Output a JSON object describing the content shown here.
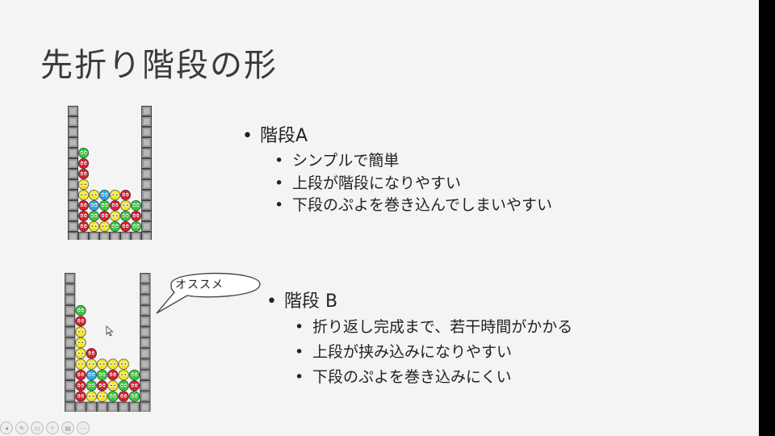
{
  "slide": {
    "title": "先折り階段の形",
    "pattern_a": {
      "heading": "階段A",
      "points": [
        "シンプルで簡単",
        "上段が階段になりやすい",
        "下段のぷよを巻き込んでしまいやすい"
      ]
    },
    "pattern_b": {
      "heading": "階段 B",
      "points": [
        "折り返し完成まで、若干時間がかかる",
        "上段が挟み込みになりやすい",
        "下段のぷよを巻き込みにくい"
      ]
    },
    "callout": "オススメ",
    "bullet_symbol": "•"
  },
  "colors": {
    "red": "#d81e2c",
    "yellow": "#f2e424",
    "green": "#35c83a",
    "blue": "#2aa6e6",
    "wall": "#9a9a9a"
  },
  "boards": {
    "A": [
      [
        "",
        "",
        "",
        "",
        "",
        ""
      ],
      [
        "",
        "",
        "",
        "",
        "",
        ""
      ],
      [
        "",
        "",
        "",
        "",
        "",
        ""
      ],
      [
        "",
        "",
        "",
        "",
        "",
        ""
      ],
      [
        "G",
        "",
        "",
        "",
        "",
        ""
      ],
      [
        "R",
        "",
        "",
        "",
        "",
        ""
      ],
      [
        "R",
        "",
        "",
        "",
        "",
        ""
      ],
      [
        "Y",
        "",
        "",
        "",
        "",
        ""
      ],
      [
        "Y",
        "Y",
        "B",
        "Y",
        "R",
        ""
      ],
      [
        "R",
        "B",
        "G",
        "R",
        "Y",
        "G"
      ],
      [
        "R",
        "G",
        "R",
        "Y",
        "G",
        "R"
      ],
      [
        "R",
        "Y",
        "Y",
        "G",
        "R",
        "G"
      ]
    ],
    "B": [
      [
        "",
        "",
        "",
        "",
        "",
        ""
      ],
      [
        "",
        "",
        "",
        "",
        "",
        ""
      ],
      [
        "",
        "",
        "",
        "",
        "",
        ""
      ],
      [
        "G",
        "",
        "",
        "",
        "",
        ""
      ],
      [
        "R",
        "",
        "",
        "",
        "",
        ""
      ],
      [
        "Y",
        "",
        "",
        "",
        "",
        ""
      ],
      [
        "Y",
        "",
        "",
        "",
        "",
        ""
      ],
      [
        "Y",
        "R",
        "",
        "",
        "",
        ""
      ],
      [
        "Y",
        "Y",
        "Y",
        "Y",
        "Y",
        ""
      ],
      [
        "R",
        "B",
        "G",
        "R",
        "Y",
        "G"
      ],
      [
        "R",
        "G",
        "R",
        "Y",
        "G",
        "R"
      ],
      [
        "R",
        "Y",
        "Y",
        "G",
        "R",
        "G"
      ]
    ]
  },
  "toolbar": [
    "prev-icon",
    "pen-icon",
    "slides-icon",
    "zoom-icon",
    "subtitle-icon",
    "more-icon"
  ]
}
